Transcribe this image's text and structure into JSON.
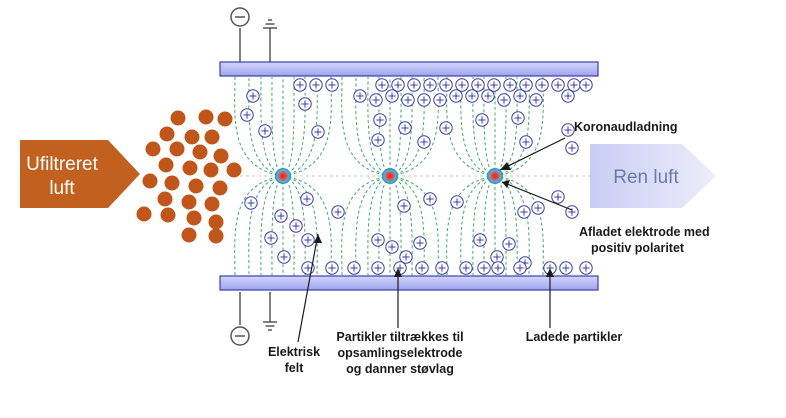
{
  "arrows": {
    "inlet_line1": "Ufiltreret",
    "inlet_line2": "luft",
    "outlet": "Ren luft"
  },
  "labels": {
    "corona": "Koronaudladning",
    "electrode_line1": "Afladet elektrode med",
    "electrode_line2": "positiv polaritet",
    "field_line1": "Elektrisk",
    "field_line2": "felt",
    "attract_line1": "Partikler tiltrækkes til",
    "attract_line2": "opsamlingselektrode",
    "attract_line3": "og danner støvlag",
    "charged": "Ladede partikler"
  },
  "symbols": {
    "minus": "−",
    "plus": "+"
  },
  "colors": {
    "plate_fill": "#b9bdf6",
    "plate_stroke": "#3b3fa8",
    "inlet_arrow": "#c2611f",
    "outlet_arrow": "#dde0f7",
    "dust": "#c0561a",
    "field_line": "#3fa86a",
    "ion_stroke": "#3b3fa8",
    "corona_center": "#e03030"
  },
  "icons": {
    "top_terminal": "minus-circle-icon",
    "top_ground": "ground-icon",
    "bottom_terminal": "minus-circle-icon",
    "bottom_ground": "ground-icon"
  }
}
